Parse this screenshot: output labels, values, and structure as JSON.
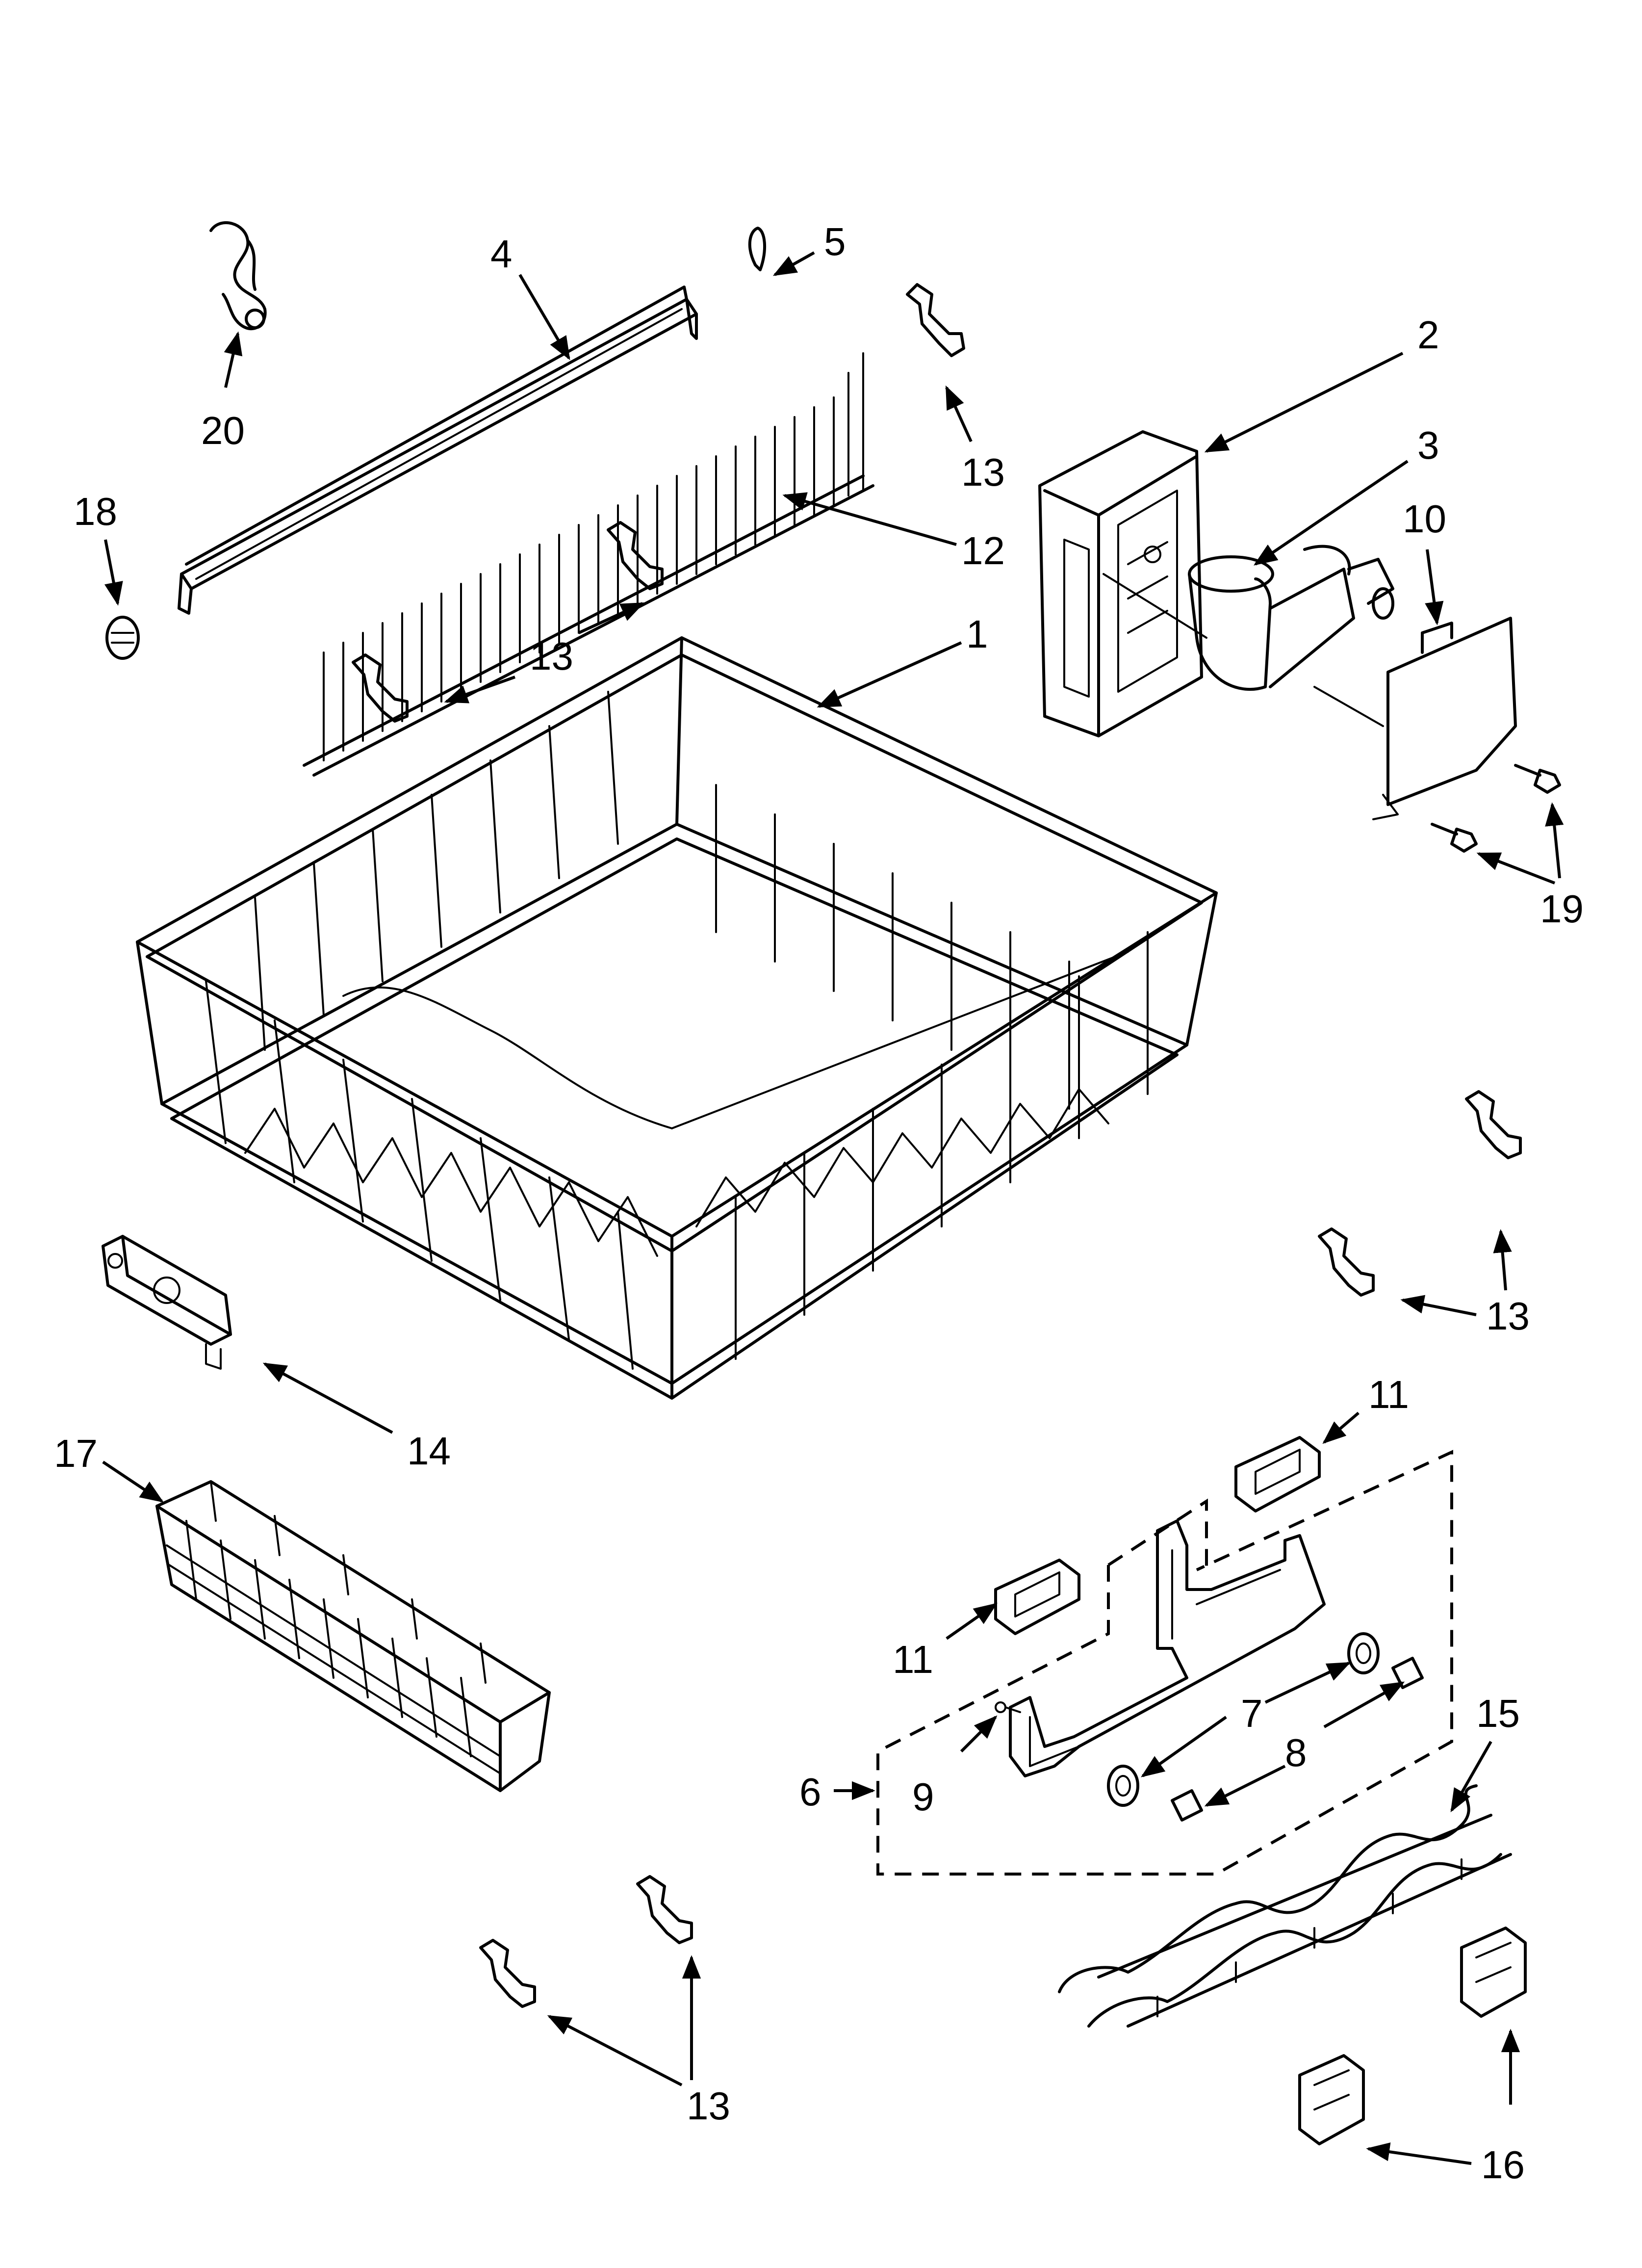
{
  "diagram": {
    "callouts": {
      "p1": "1",
      "p2": "2",
      "p3": "3",
      "p4": "4",
      "p5": "5",
      "p6": "6",
      "p7": "7",
      "p8": "8",
      "p9": "9",
      "p10": "10",
      "p11a": "11",
      "p11b": "11",
      "p12": "12",
      "p13a": "13",
      "p13b": "13",
      "p13c": "13",
      "p13d": "13",
      "p14": "14",
      "p15": "15",
      "p16": "16",
      "p17": "17",
      "p18": "18",
      "p19": "19",
      "p20": "20"
    }
  }
}
